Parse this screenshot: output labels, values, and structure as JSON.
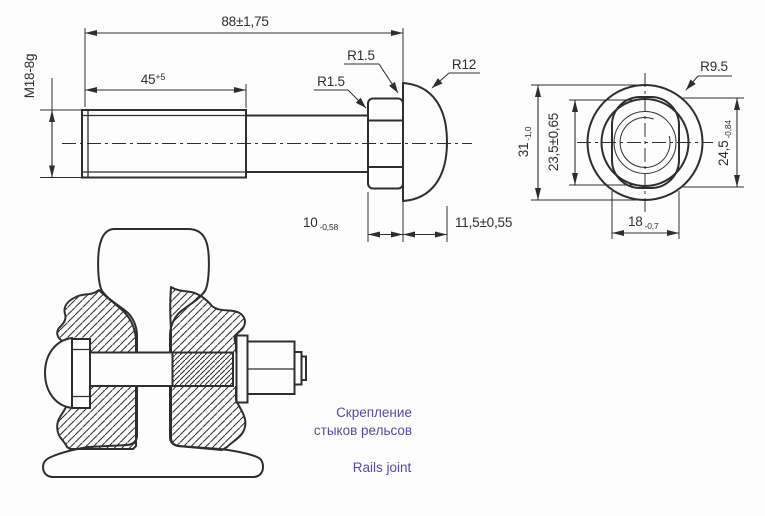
{
  "captions": {
    "title_ru_line1": "Скрепление",
    "title_ru_line2": "стыков рельсов",
    "title_en": "Rails joint"
  },
  "colors": {
    "line": "#2e2e2e",
    "caption_purple": "#564ba2",
    "background": "#fdfdfd"
  },
  "side_view": {
    "dim_overall_length": "88±1,75",
    "dim_thread_length": "45",
    "dim_thread_length_sup": "+5",
    "thread_designation": "M18-8g",
    "radius_neck_top": "R1.5",
    "radius_neck_side": "R1.5",
    "radius_head_dome": "R12",
    "dim_neck_width": "10",
    "dim_neck_width_tol": "-0,58",
    "dim_head_height": "11,5±0,55"
  },
  "end_view": {
    "radius_head": "R9.5",
    "dim_head_diameter": "31",
    "dim_head_diameter_tol": "-1,0",
    "dim_bearing_circle": "23,5±0,65",
    "dim_oval_height": "24,5",
    "dim_oval_height_tol": "-0,84",
    "dim_oval_width": "18",
    "dim_oval_width_tol": "-0,7"
  }
}
